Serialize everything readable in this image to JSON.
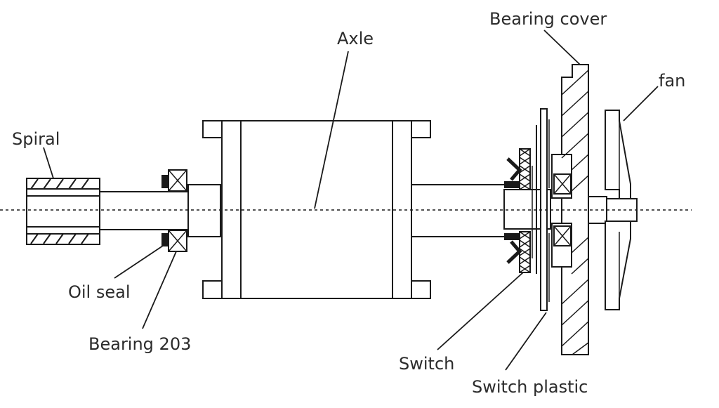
{
  "labels": {
    "spiral": "Spiral",
    "oil_seal": "Oil seal",
    "bearing_203": "Bearing 203",
    "axle": "Axle",
    "bearing_cover": "Bearing cover",
    "fan": "fan",
    "switch": "Switch",
    "switch_plastic": "Switch plastic"
  },
  "colors": {
    "line": "#1a1a1a",
    "text": "#2b2b2b",
    "background": "#ffffff"
  }
}
